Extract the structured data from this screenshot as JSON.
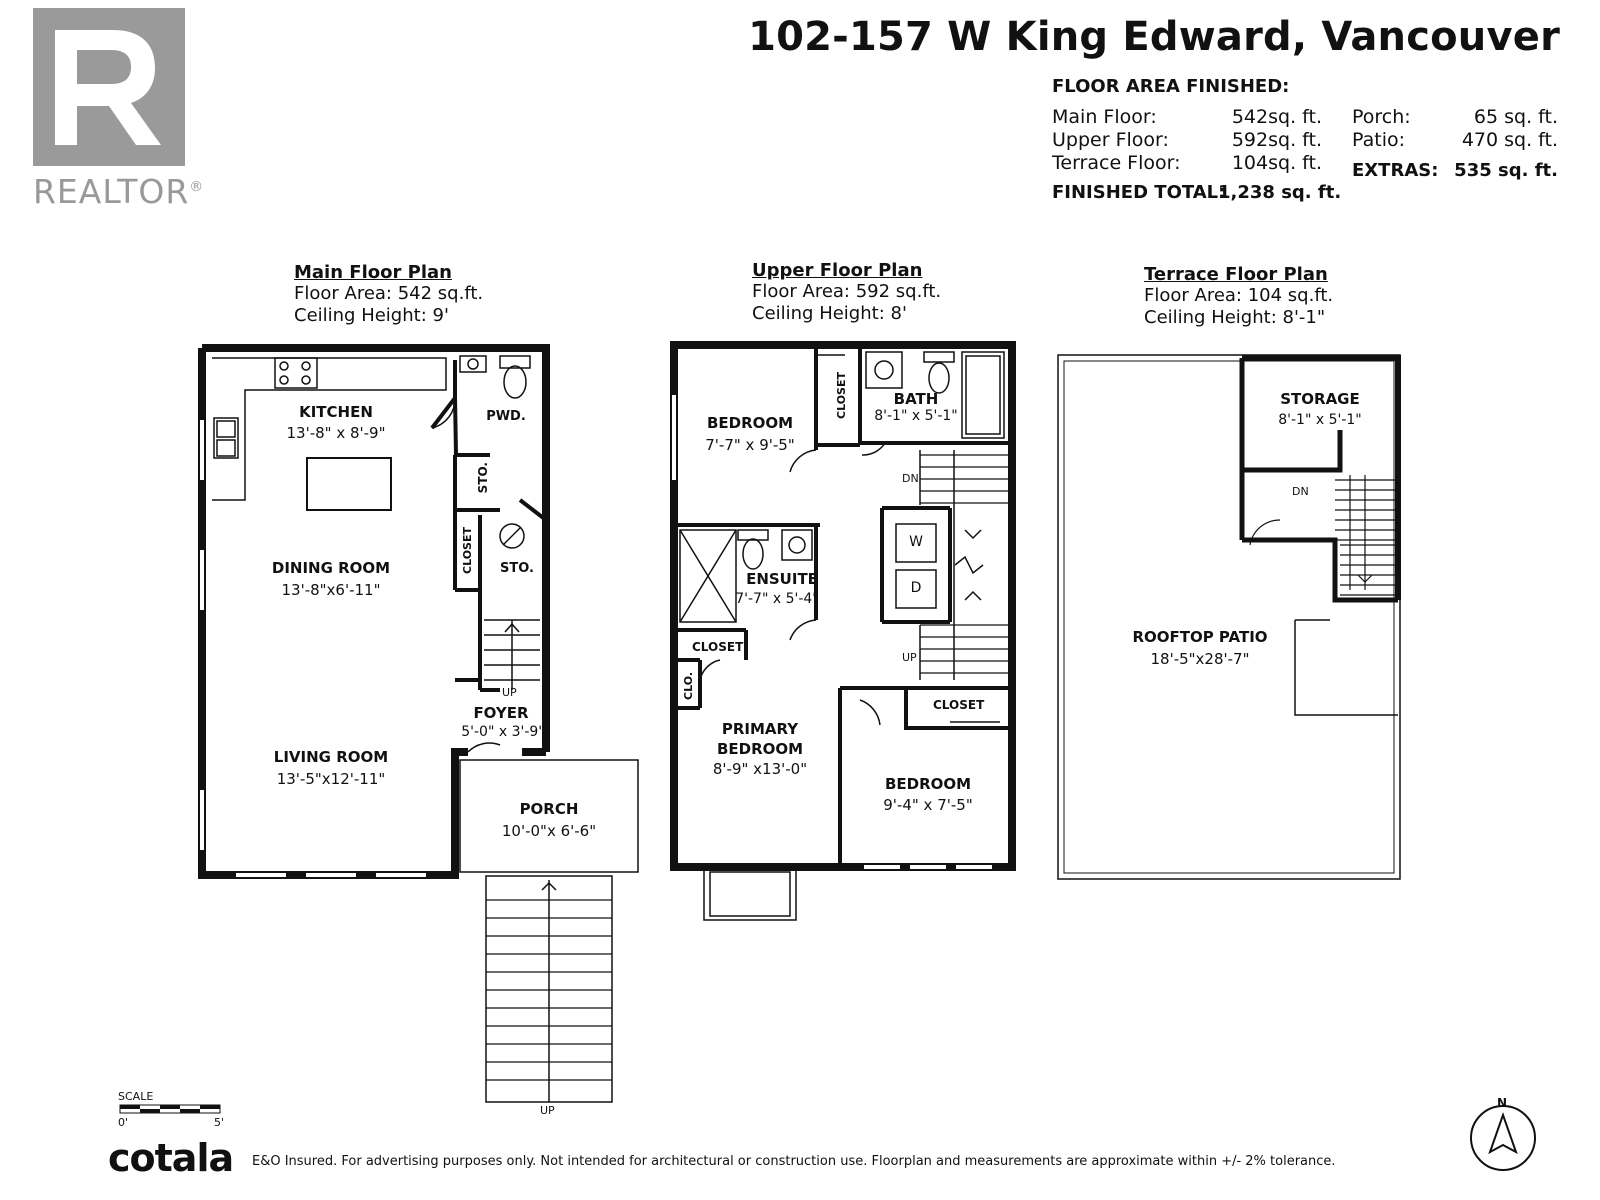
{
  "header": {
    "address": "102-157 W King Edward, Vancouver",
    "realtor_brand": "REALTOR",
    "realtor_mark": "®"
  },
  "floor_area": {
    "heading": "FLOOR AREA FINISHED:",
    "left": [
      {
        "label": "Main Floor:",
        "value": "542sq. ft."
      },
      {
        "label": "Upper Floor:",
        "value": "592sq. ft."
      },
      {
        "label": "Terrace Floor:",
        "value": "104sq. ft."
      }
    ],
    "finished_total": {
      "label": "FINISHED TOTAL:",
      "value": "1,238 sq. ft."
    },
    "right": [
      {
        "label": "Porch:",
        "value": "65 sq. ft."
      },
      {
        "label": "Patio:",
        "value": "470 sq. ft."
      }
    ],
    "extras": {
      "label": "EXTRAS:",
      "value": "535 sq. ft."
    }
  },
  "plans": {
    "main": {
      "title": "Main Floor Plan",
      "area": "Floor Area: 542 sq.ft.",
      "ceiling": "Ceiling Height: 9'"
    },
    "upper": {
      "title": "Upper Floor Plan",
      "area": "Floor Area: 592 sq.ft.",
      "ceiling": "Ceiling Height: 8'"
    },
    "terrace": {
      "title": "Terrace Floor Plan",
      "area": "Floor Area: 104 sq.ft.",
      "ceiling": "Ceiling Height: 8'-1\""
    }
  },
  "rooms": {
    "kitchen": {
      "name": "KITCHEN",
      "dim": "13'-8\" x 8'-9\""
    },
    "pwd": {
      "name": "PWD."
    },
    "sto1": {
      "name": "STO."
    },
    "sto2": {
      "name": "STO."
    },
    "closet_main": {
      "name": "CLOSET"
    },
    "dining": {
      "name": "DINING ROOM",
      "dim": "13'-8\"x6'-11\""
    },
    "living": {
      "name": "LIVING ROOM",
      "dim": "13'-5\"x12'-11\""
    },
    "foyer": {
      "name": "FOYER",
      "dim": "5'-0\" x 3'-9\""
    },
    "porch": {
      "name": "PORCH",
      "dim": "10'-0\"x 6'-6\""
    },
    "up_main": "UP",
    "up_stairs": "UP",
    "bedroom1": {
      "name": "BEDROOM",
      "dim": "7'-7\" x 9'-5\""
    },
    "closet_up1": {
      "name": "CLOSET"
    },
    "bath": {
      "name": "BATH",
      "dim": "8'-1\" x 5'-1\""
    },
    "ensuite": {
      "name": "ENSUITE",
      "dim": "7'-7\" x 5'-4\""
    },
    "closet_up2": {
      "name": "CLOSET"
    },
    "clo": {
      "name": "CLO."
    },
    "primary": {
      "name": "PRIMARY\nBEDROOM",
      "name1": "PRIMARY",
      "name2": "BEDROOM",
      "dim": "8'-9\" x13'-0\""
    },
    "closet_up3": {
      "name": "CLOSET"
    },
    "bedroom2": {
      "name": "BEDROOM",
      "dim": "9'-4\" x 7'-5\""
    },
    "washer": "W",
    "dryer": "D",
    "dn_upper": "DN",
    "up_upper": "UP",
    "storage": {
      "name": "STORAGE",
      "dim": "8'-1\" x 5'-1\""
    },
    "dn_terrace": "DN",
    "rooftop": {
      "name": "ROOFTOP PATIO",
      "dim": "18'-5\"x28'-7\""
    }
  },
  "scale": {
    "label": "SCALE",
    "start": "0'",
    "end": "5'"
  },
  "compass": "N",
  "footer": {
    "brand": "cotala",
    "disclaimer": "E&O Insured. For advertising purposes only. Not intended for architectural or construction use. Floorplan and measurements are approximate within +/- 2% tolerance."
  },
  "colors": {
    "wall": "#111111",
    "realtor_gray": "#9a9a9a"
  }
}
